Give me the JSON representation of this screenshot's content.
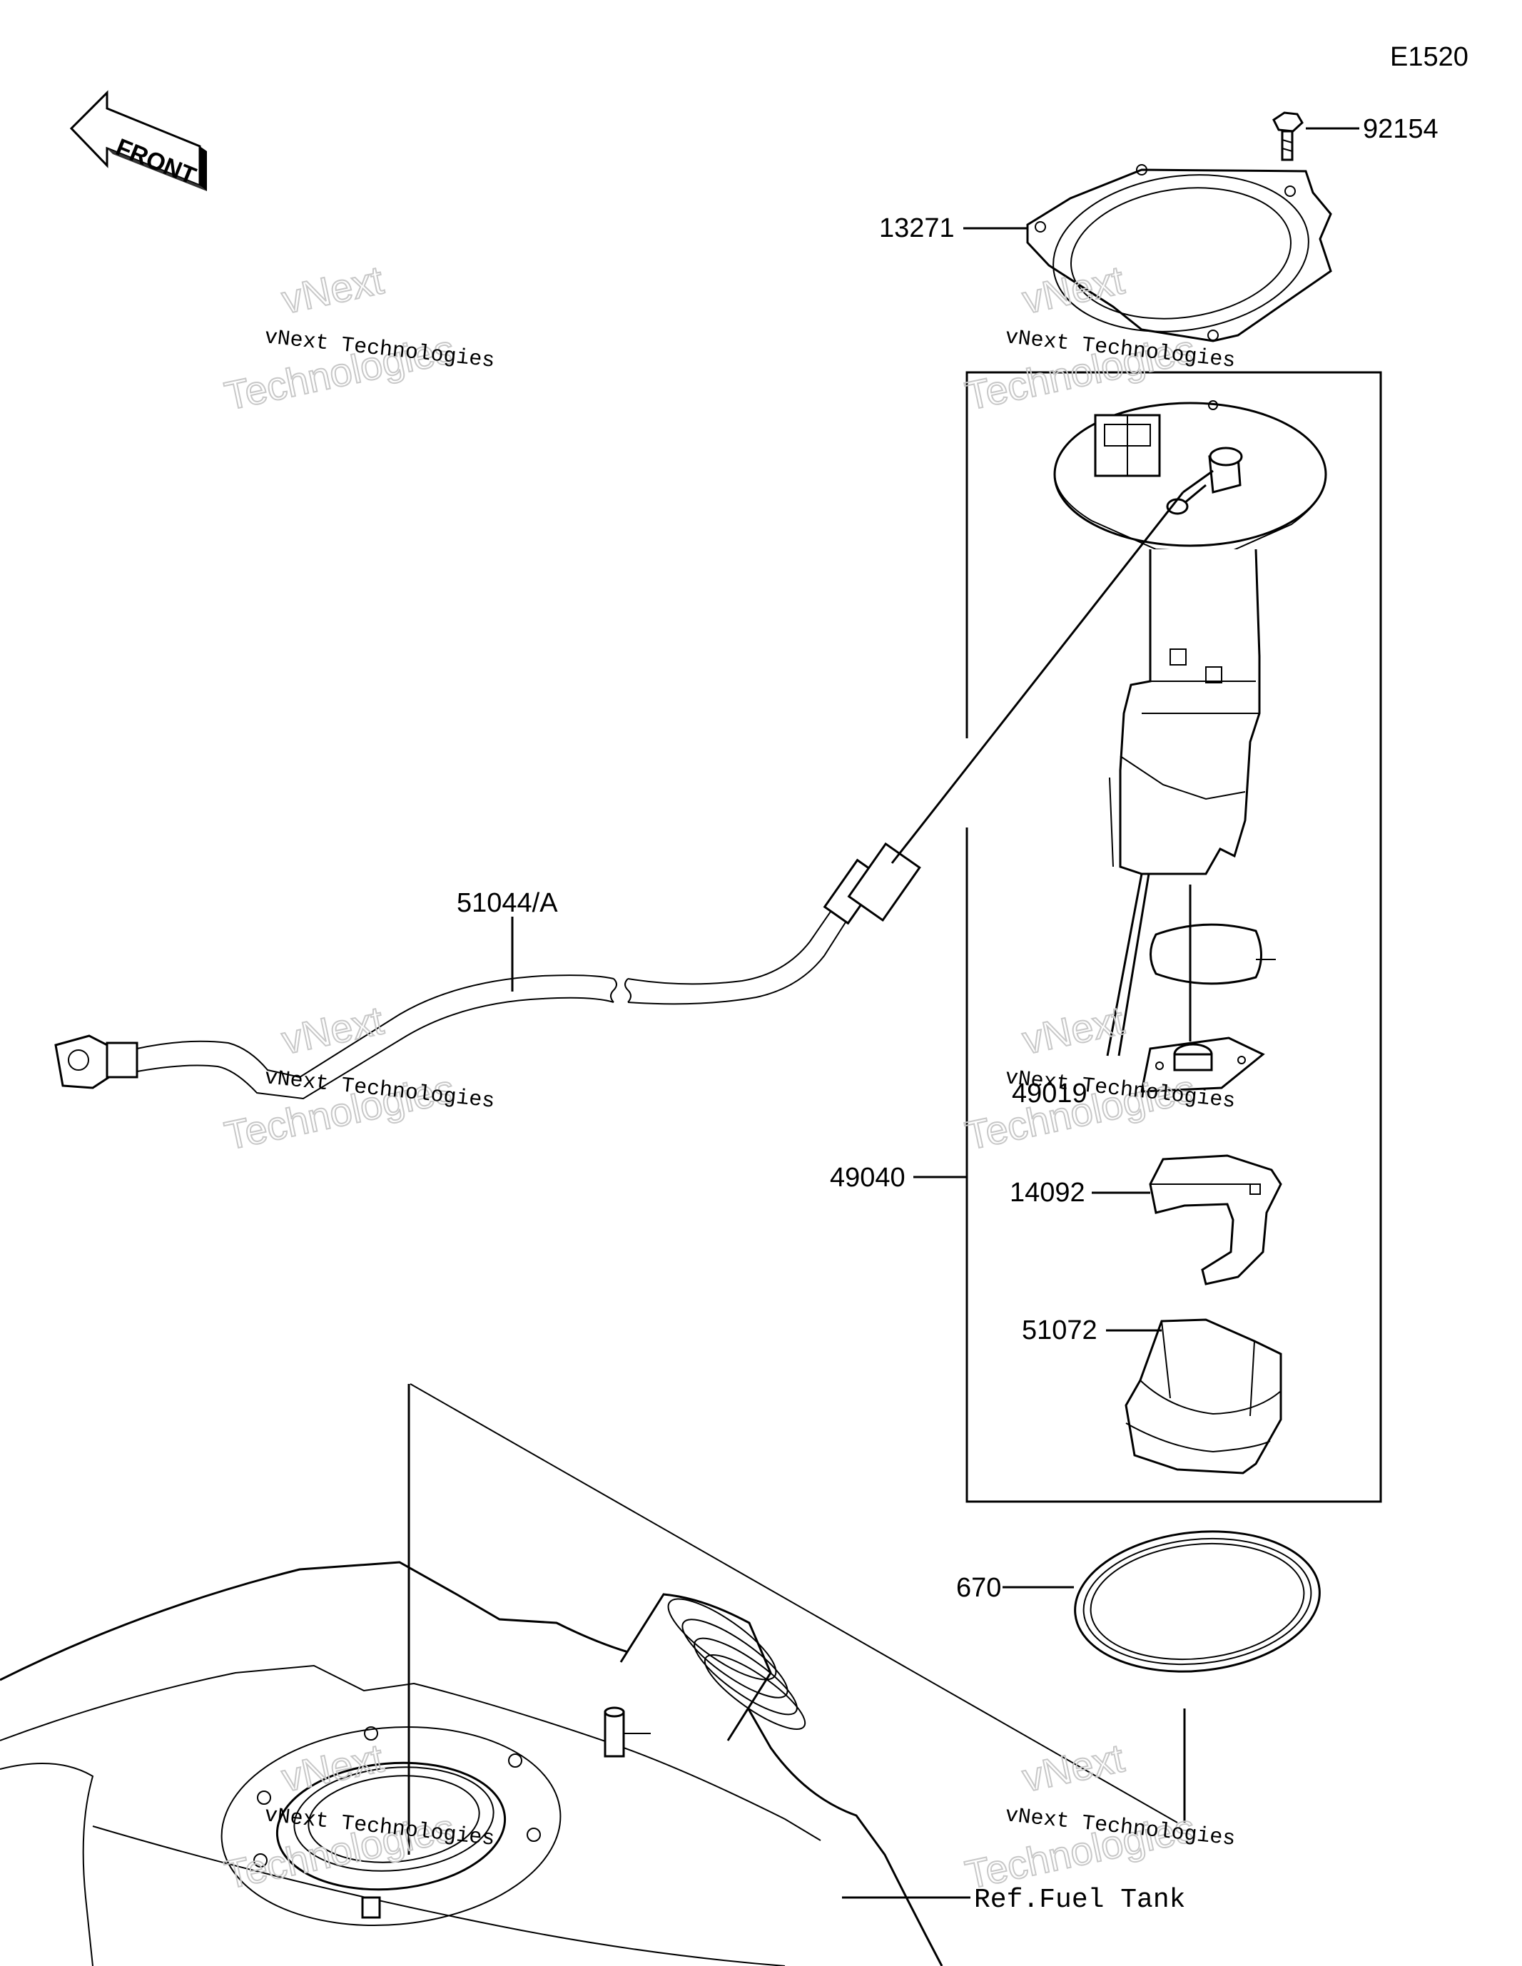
{
  "diagram": {
    "code": "E1520",
    "front_label": "FRONT",
    "parts": {
      "bolt": "92154",
      "gasket": "13271",
      "harness": "51044/A",
      "pump_assy": "49040",
      "filter": "49019",
      "bracket": "14092",
      "cover": "51072",
      "oring": "670"
    },
    "reference": "Ref.Fuel Tank"
  },
  "watermark": {
    "line_small": "vNext Technologies",
    "line_brand_top": "vNext",
    "line_brand_bottom": "Technologies"
  }
}
